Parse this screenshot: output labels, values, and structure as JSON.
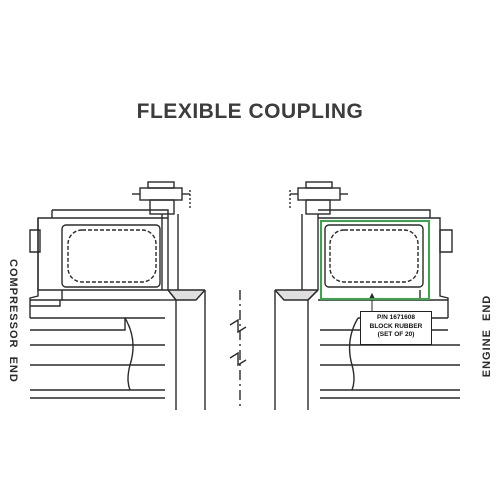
{
  "title": "FLEXIBLE COUPLING",
  "labels": {
    "left_end": "COMPRESSOR  END",
    "right_end": "ENGINE  END"
  },
  "callout": {
    "part_number": "P/N 1671608",
    "name": "BLOCK RUBBER",
    "quantity": "(SET OF 20)"
  },
  "colors": {
    "highlight": "#3aa64a",
    "line": "#2a2a2a"
  }
}
